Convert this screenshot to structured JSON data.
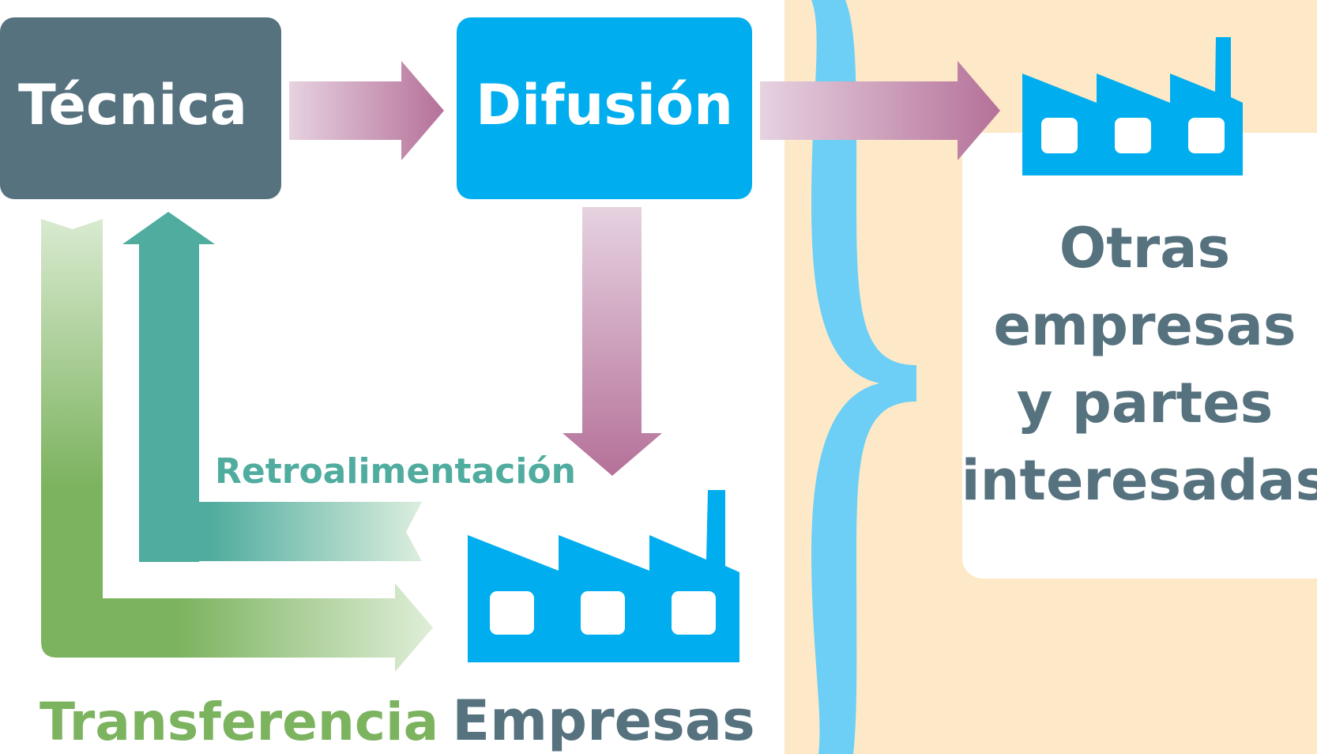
{
  "diagram": {
    "tecnica": {
      "label": "Técnica"
    },
    "difusion": {
      "label": "Difusión"
    },
    "retroalimentacion": {
      "label": "Retroalimentación"
    },
    "transferencia": {
      "label": "Transferencia"
    },
    "empresas": {
      "label": "Empresas"
    },
    "otras": {
      "lines": [
        "Otras",
        "empresas",
        "y partes",
        "interesadas"
      ]
    }
  },
  "colors": {
    "tecnica_box": "#56727f",
    "difusion_box": "#00aeef",
    "factory": "#00aeef",
    "pink_arrow": "#b57199",
    "teal_arrow": "#4fac9e",
    "green_arrow": "#7cb35f",
    "beige_panel": "#fde9c7",
    "river": "#6dcff6",
    "dark_text": "#56727f",
    "green_text": "#7cb35f",
    "teal_text": "#4fac9e"
  },
  "icons": {
    "factory_small": "factory-icon",
    "factory_large": "factory-icon"
  }
}
